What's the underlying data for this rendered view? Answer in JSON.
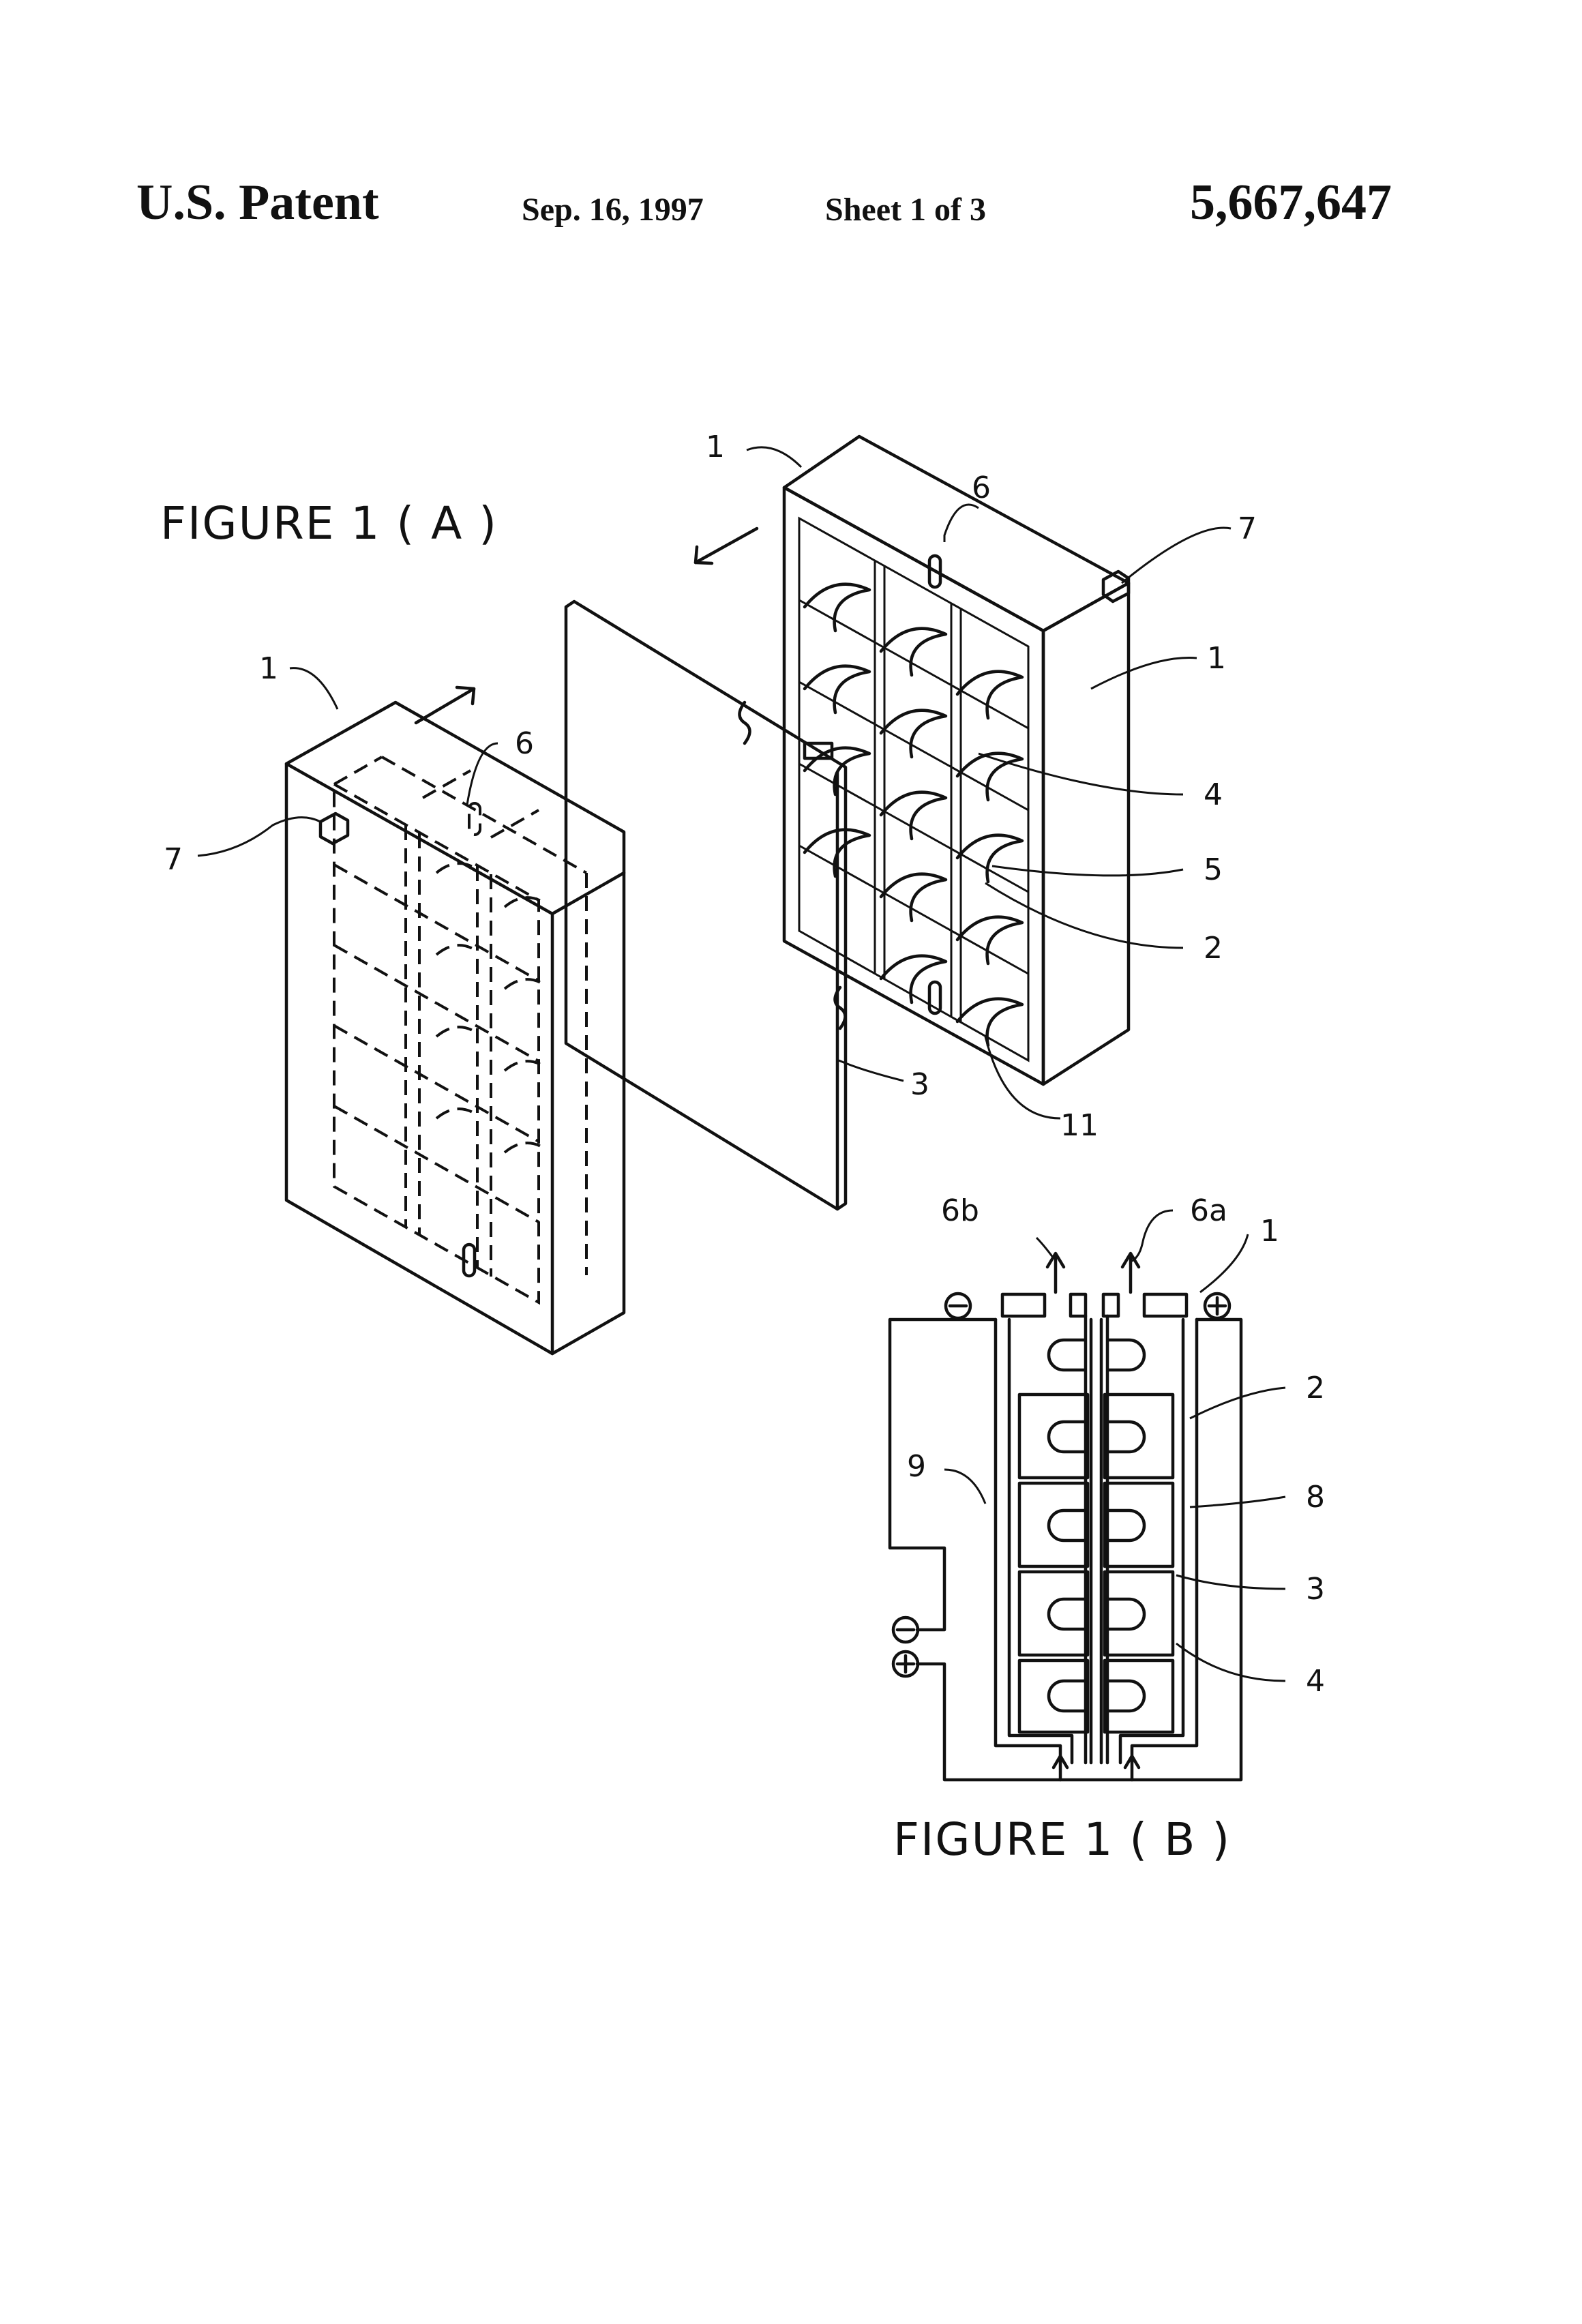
{
  "header": {
    "title": "U.S. Patent",
    "date": "Sep. 16, 1997",
    "sheet": "Sheet 1 of 3",
    "number": "5,667,647"
  },
  "figures": {
    "fig_a_caption": "FIGURE 1 ( A )",
    "fig_b_caption": "FIGURE 1 ( B )"
  },
  "labels": {
    "l1_top": "1",
    "l6_top": "6",
    "l7_top": "7",
    "l1_right": "1",
    "l4": "4",
    "l5": "5",
    "l2": "2",
    "l11": "11",
    "l3": "3",
    "l1_left": "1",
    "l6_left": "6",
    "l7_left": "7",
    "l6b": "6b",
    "l6a": "6a",
    "l1_b": "1",
    "l2_b": "2",
    "l8_b": "8",
    "l9_b": "9",
    "l3_b": "3",
    "l4_b": "4"
  }
}
